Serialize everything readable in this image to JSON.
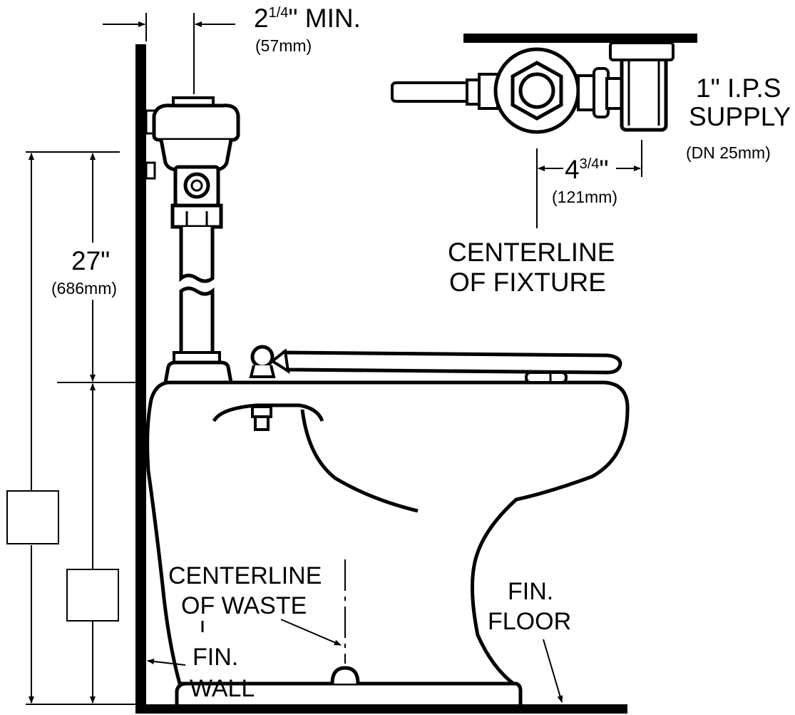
{
  "labels": {
    "min_clearance": "2¼\" MIN.",
    "min_clearance_whole": "2",
    "min_clearance_frac": "1/4",
    "min_clearance_rest": "\" MIN.",
    "min_clearance_mm": "(57mm)",
    "supply_line1": "1\"  I.P.S",
    "supply_line2": "SUPPLY",
    "supply_mm": "(DN  25mm)",
    "offset_whole": "4",
    "offset_frac": "3/4",
    "offset_rest": "\"",
    "offset_mm": "(121mm)",
    "centerline_fixture_1": "CENTERLINE",
    "centerline_fixture_2": "OF  FIXTURE",
    "height": "27\"",
    "height_mm": "(686mm)",
    "centerline_waste_1": "CENTERLINE",
    "centerline_waste_2": "OF  WASTE",
    "fin_wall_1": "FIN.",
    "fin_wall_2": "WALL",
    "fin_floor_1": "FIN.",
    "fin_floor_2": "FLOOR"
  }
}
